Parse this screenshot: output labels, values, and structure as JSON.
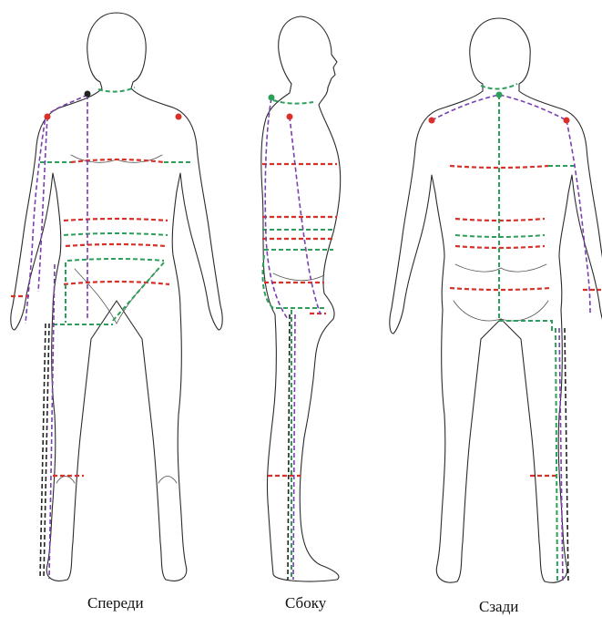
{
  "labels": {
    "front": "Спереди",
    "side": "Сбоку",
    "back": "Сзади"
  },
  "colors": {
    "red": "#d9302a",
    "green": "#2ca05a",
    "purple": "#7a3fb0",
    "black": "#222222"
  }
}
